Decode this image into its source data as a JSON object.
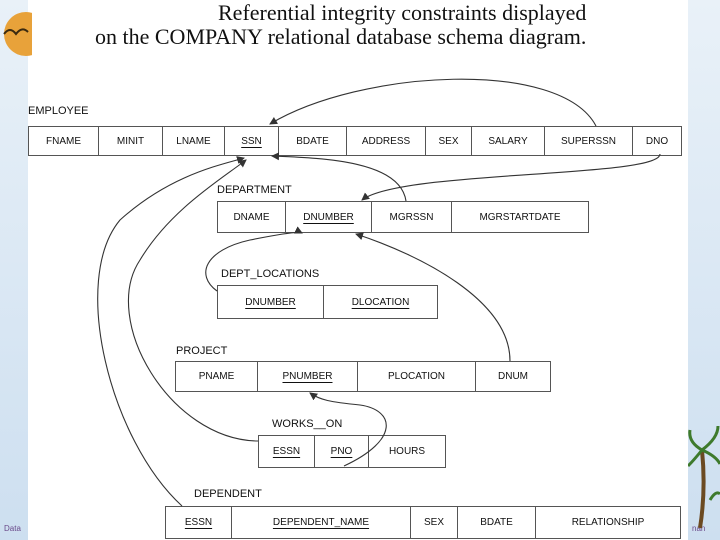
{
  "title": {
    "line1": "Referential integrity constraints displayed",
    "line2": "on the COMPANY relational database schema diagram."
  },
  "footer": {
    "left": "Data",
    "right": "nan"
  },
  "relations": {
    "employee": {
      "name": "EMPLOYEE",
      "attributes": [
        "FNAME",
        "MINIT",
        "LNAME",
        "SSN",
        "BDATE",
        "ADDRESS",
        "SEX",
        "SALARY",
        "SUPERSSN",
        "DNO"
      ],
      "primary_key": [
        "SSN"
      ]
    },
    "department": {
      "name": "DEPARTMENT",
      "attributes": [
        "DNAME",
        "DNUMBER",
        "MGRSSN",
        "MGRSTARTDATE"
      ],
      "primary_key": [
        "DNUMBER"
      ]
    },
    "dept_locations": {
      "name": "DEPT_LOCATIONS",
      "attributes": [
        "DNUMBER",
        "DLOCATION"
      ],
      "primary_key": [
        "DNUMBER",
        "DLOCATION"
      ]
    },
    "project": {
      "name": "PROJECT",
      "attributes": [
        "PNAME",
        "PNUMBER",
        "PLOCATION",
        "DNUM"
      ],
      "primary_key": [
        "PNUMBER"
      ]
    },
    "works_on": {
      "name": "WORKS__ON",
      "attributes": [
        "ESSN",
        "PNO",
        "HOURS"
      ],
      "primary_key": [
        "ESSN",
        "PNO"
      ]
    },
    "dependent": {
      "name": "DEPENDENT",
      "attributes": [
        "ESSN",
        "DEPENDENT_NAME",
        "SEX",
        "BDATE",
        "RELATIONSHIP"
      ],
      "primary_key": [
        "ESSN",
        "DEPENDENT_NAME"
      ]
    }
  },
  "colors": {
    "line": "#333333",
    "footer": "#6a4a8a"
  }
}
